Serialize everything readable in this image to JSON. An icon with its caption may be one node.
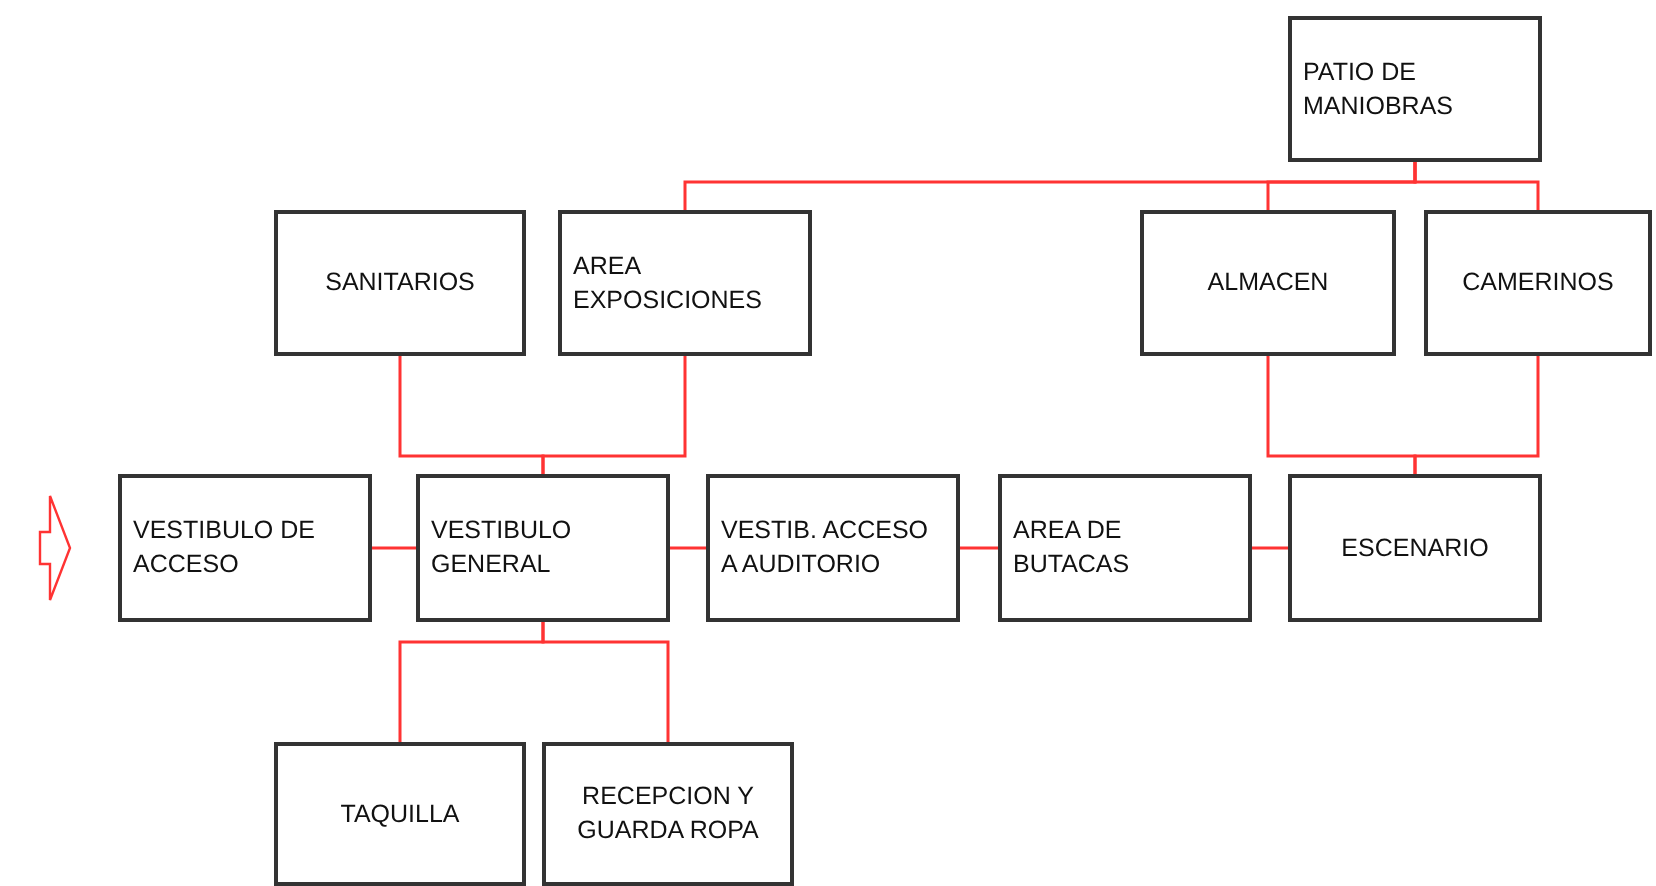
{
  "diagram": {
    "nodes": [
      {
        "text": [
          "PATIO DE MANIOBRAS"
        ]
      },
      {
        "text": [
          "SANITARIOS"
        ]
      },
      {
        "text": [
          "AREA EXPOSICIONES"
        ]
      },
      {
        "text": [
          "ALMACEN"
        ]
      },
      {
        "text": [
          "CAMERINOS"
        ]
      },
      {
        "text": [
          "VESTIBULO DE ACCESO"
        ]
      },
      {
        "text": [
          "VESTIBULO GENERAL"
        ]
      },
      {
        "text": [
          "VESTIB. ACCESO A AUDITORIO"
        ]
      },
      {
        "text": [
          "AREA DE BUTACAS"
        ]
      },
      {
        "text": [
          "ESCENARIO"
        ]
      },
      {
        "text": [
          "TAQUILLA"
        ]
      },
      {
        "text": [
          "RECEPCION Y GUARDA ROPA"
        ]
      }
    ],
    "edges": [
      {
        "from": null,
        "to": 5,
        "arrow": "to"
      },
      {
        "from": 0,
        "to": 2,
        "arrow": "none"
      },
      {
        "from": 0,
        "to": 3,
        "arrow": "none"
      },
      {
        "from": 0,
        "to": 4,
        "arrow": "none"
      },
      {
        "from": 1,
        "to": 6,
        "arrow": "none"
      },
      {
        "from": 2,
        "to": 6,
        "arrow": "none"
      },
      {
        "from": 3,
        "to": 9,
        "arrow": "none"
      },
      {
        "from": 4,
        "to": 9,
        "arrow": "none"
      },
      {
        "from": 5,
        "to": 6,
        "arrow": "none"
      },
      {
        "from": 6,
        "to": 7,
        "arrow": "none"
      },
      {
        "from": 7,
        "to": 8,
        "arrow": "none"
      },
      {
        "from": 8,
        "to": 9,
        "arrow": "none"
      },
      {
        "from": 6,
        "to": 10,
        "arrow": "none"
      },
      {
        "from": 6,
        "to": 11,
        "arrow": "none"
      }
    ]
  }
}
